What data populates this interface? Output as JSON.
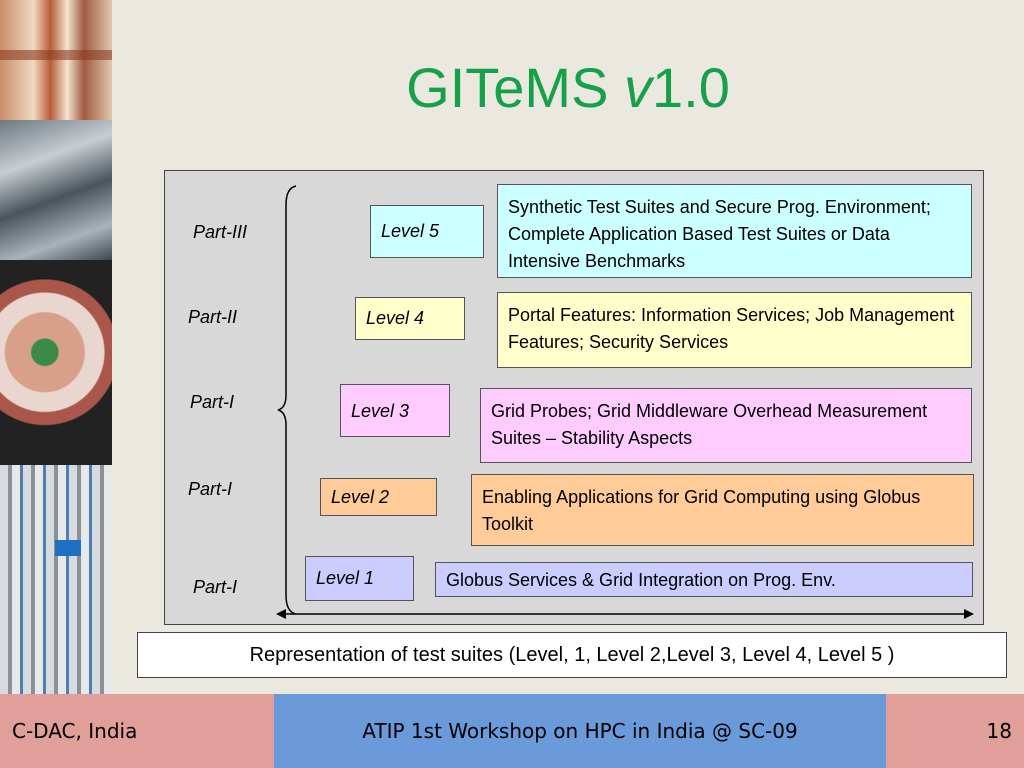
{
  "slide": {
    "title_main": "GITeMS ",
    "title_v": "v",
    "title_ver": "1.0"
  },
  "diagram": {
    "parts": [
      "Part-III",
      "Part-II",
      "Part-I",
      "Part-I",
      "Part-I"
    ],
    "levels": [
      {
        "label": "Level 5",
        "desc": "Synthetic Test Suites and Secure Prog. Environment; Complete Application Based Test Suites or Data Intensive Benchmarks",
        "color": "#ccffff"
      },
      {
        "label": "Level 4",
        "desc": "Portal Features: Information Services; Job Management Features; Security Services",
        "color": "#ffffcc"
      },
      {
        "label": "Level 3",
        "desc": "Grid Probes; Grid Middleware Overhead Measurement Suites – Stability Aspects",
        "color": "#ffccff"
      },
      {
        "label": "Level 2",
        "desc": "Enabling Applications for Grid Computing using Globus Toolkit",
        "color": "#ffcc99"
      },
      {
        "label": "Level 1",
        "desc": "Globus Services & Grid Integration on Prog. Env.",
        "color": "#ccccff"
      }
    ],
    "panel_bg": "#d8d8d8"
  },
  "caption": "Representation of test suites (Level, 1, Level 2,Level 3, Level 4, Level 5 )",
  "footer": {
    "left": "C-DAC, India",
    "center": "ATIP 1st Workshop on HPC in India @ SC-09",
    "page": "18"
  },
  "colors": {
    "title": "#16a04a",
    "footer_side": "#e09f99",
    "footer_center": "#6a9ad9"
  }
}
